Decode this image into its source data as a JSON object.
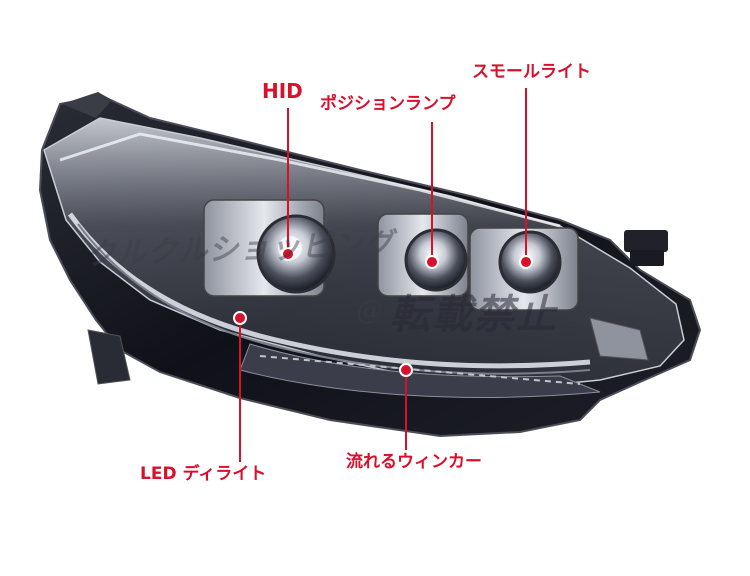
{
  "callouts": {
    "hid": "HID",
    "position_lamp": "ポジションランプ",
    "small_light": "スモールライト",
    "led_daylight": "LED ディライト",
    "flowing_winker": "流れるウィンカー"
  },
  "watermark": {
    "shop_name": "クルクルショッピング",
    "no_reprint": "転載禁止",
    "at_mark": "@"
  },
  "colors": {
    "callout_red": "#d9102b",
    "housing_black": "#15161c",
    "lens_gray": "#b7bcc6"
  }
}
